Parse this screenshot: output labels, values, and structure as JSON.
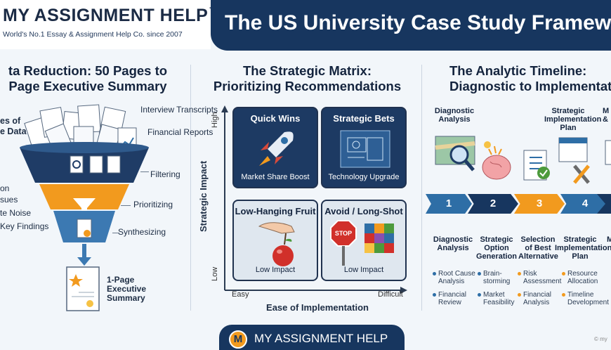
{
  "header": {
    "brand_name": "MY ASSIGNMENT HELP",
    "brand_tm": "TM",
    "brand_tagline": "World's No.1 Essay & Assignment Help Co. since 2007",
    "title": "The US University Case Study Framew"
  },
  "funnel": {
    "heading_line1": "ta Reduction: 50 Pages to",
    "heading_line2": "Page Executive Summary",
    "inputs_label_line1": "es of",
    "inputs_label_line2": "e Data",
    "doc_labels": [
      "Interview Transcripts",
      "Financial Reports"
    ],
    "stages": [
      "Filtering",
      "Prioritizing",
      "Synthesizing"
    ],
    "left_notes": [
      "on",
      "sues",
      "te Noise",
      "Key Findings"
    ],
    "output_label": "1-Page Executive Summary"
  },
  "matrix": {
    "heading_line1": "The Strategic Matrix:",
    "heading_line2": "Prioritizing Recommendations",
    "y_axis_title": "Strategic Impact",
    "y_high": "High",
    "y_low": "Low",
    "x_axis_title": "Ease of Implementation",
    "x_easy": "Easy",
    "x_difficult": "Difficult",
    "quadrants": [
      {
        "title": "Quick Wins",
        "subtitle": "Market Share Boost"
      },
      {
        "title": "Strategic Bets",
        "subtitle": "Technology Upgrade"
      },
      {
        "title": "Low-Hanging Fruit",
        "subtitle": "Low Impact"
      },
      {
        "title": "Avoid / Long-Shot",
        "subtitle": "Low Impact"
      }
    ],
    "stop_sign": "STOP",
    "colors": {
      "dark": "#1d3a63",
      "light": "#dfe7ef"
    }
  },
  "timeline": {
    "heading_line1": "The Analytic Timeline:",
    "heading_line2": "Diagnostic to Implementat",
    "top_titles": [
      "Diagnostic Analysis",
      "Strategic Implementation Plan",
      "M &"
    ],
    "steps": [
      {
        "num": "1",
        "title": "Diagnostic Analysis",
        "bullets": [
          "Root Cause Analysis",
          "Financial Review"
        ]
      },
      {
        "num": "2",
        "title": "Strategic Option Generation",
        "bullets": [
          "Brain- storming",
          "Market Feasibility"
        ]
      },
      {
        "num": "3",
        "title": "Selection of Best Alternative",
        "bullets": [
          "Risk Assessment",
          "Financial Analysis"
        ]
      },
      {
        "num": "4",
        "title": "Strategic Implementation Plan",
        "bullets": [
          "Resource Allocation",
          "Timeline Development"
        ]
      },
      {
        "num": "",
        "title": "M",
        "bullets": []
      }
    ],
    "colors": {
      "blue": "#2e6ea6",
      "orange": "#f29a1e",
      "navy": "#17365f"
    }
  },
  "footer": {
    "logo_letter": "M",
    "text": "MY ASSIGNMENT HELP",
    "corner": "© my"
  }
}
